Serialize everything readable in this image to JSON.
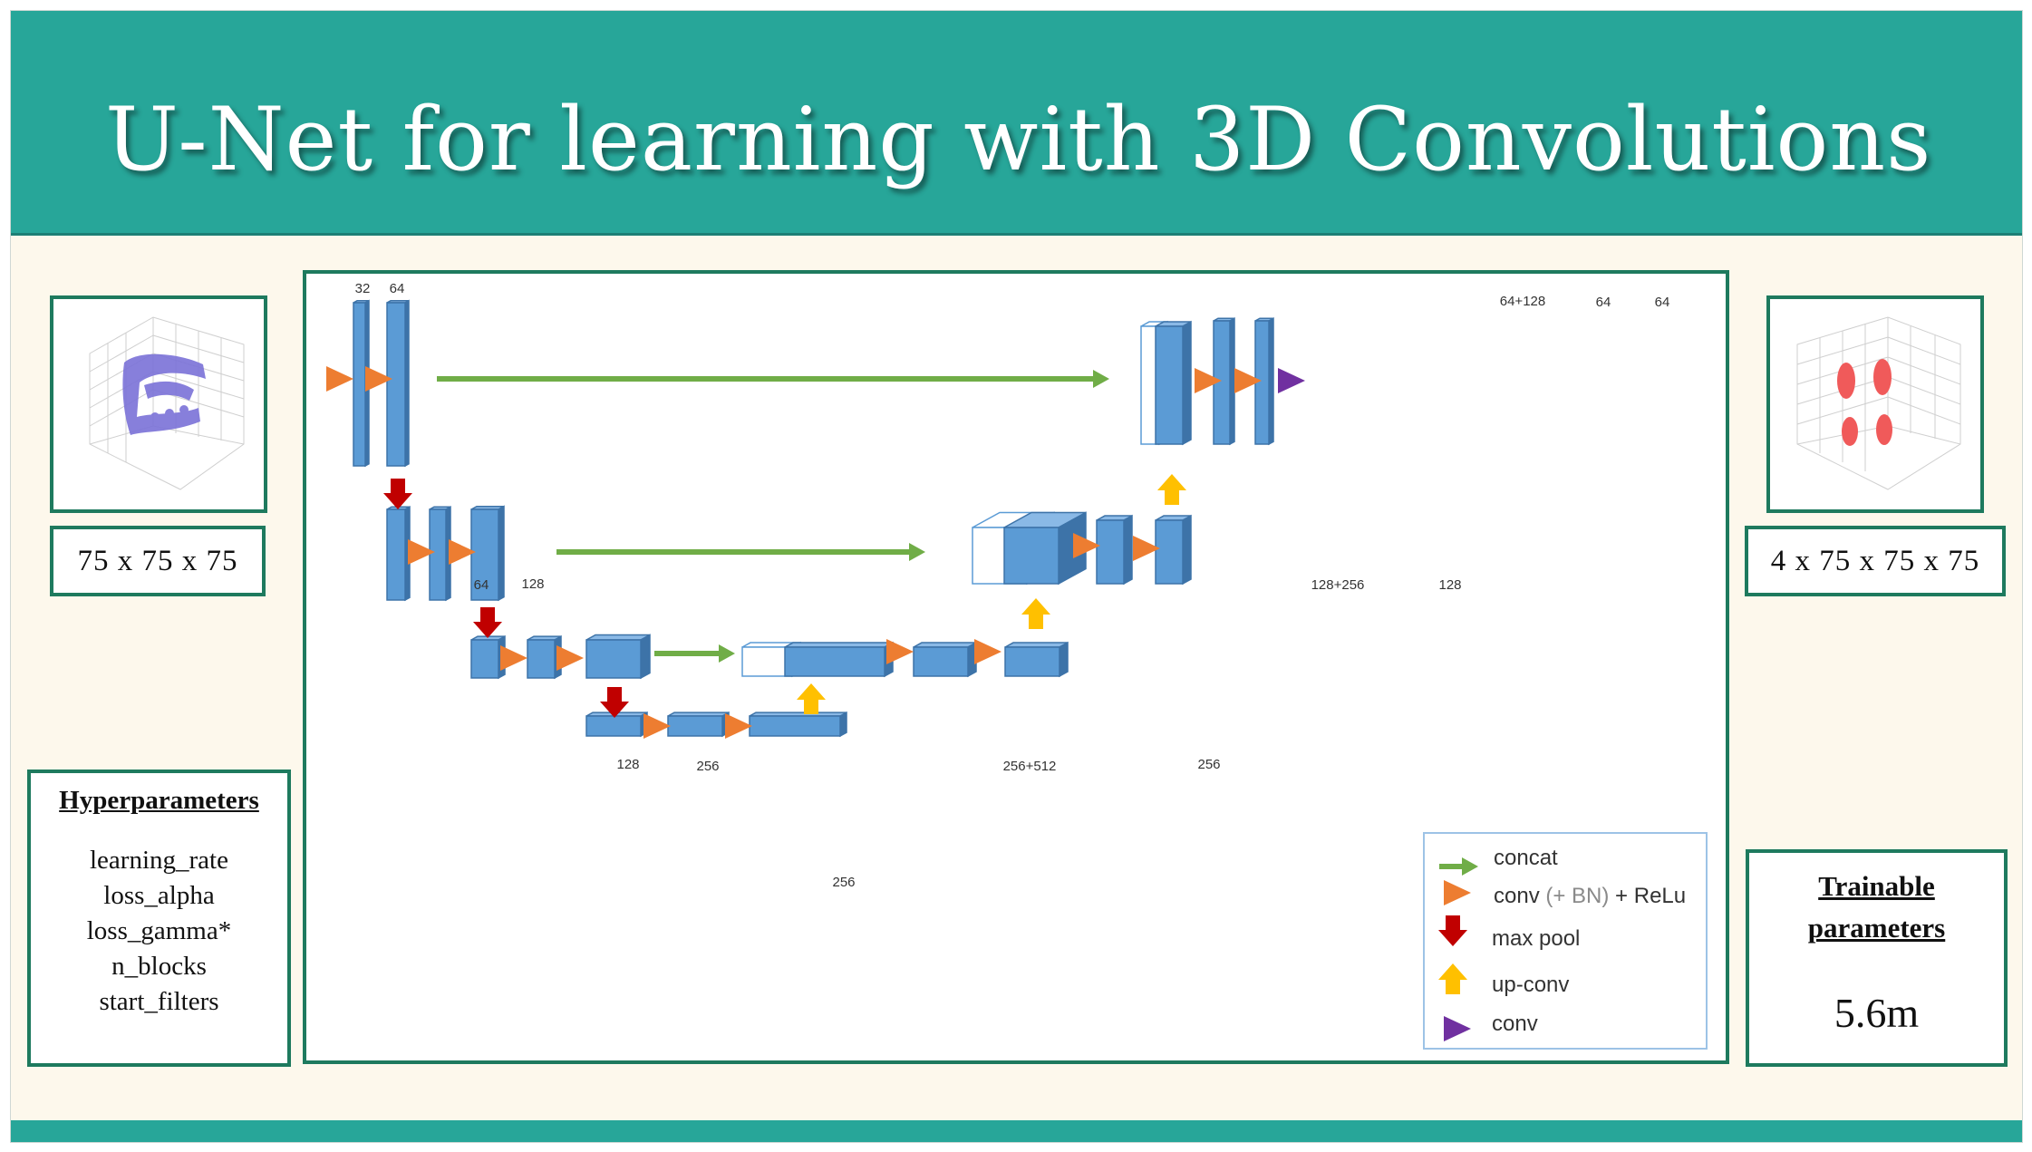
{
  "title": "U-Net for learning with 3D Convolutions",
  "input": {
    "dims": "75 x 75 x 75"
  },
  "output": {
    "dims": "4 x 75 x 75 x 75"
  },
  "hyperparameters": {
    "heading": "Hyperparameters",
    "items": [
      "learning_rate",
      "loss_alpha",
      "loss_gamma*",
      "n_blocks",
      "start_filters"
    ]
  },
  "trainable": {
    "heading_line1": "Trainable",
    "heading_line2": "parameters",
    "value": "5.6m"
  },
  "diagram": {
    "labels": {
      "l1a": "32",
      "l1b": "64",
      "l2a": "64",
      "l2b": "128",
      "l3a": "128",
      "l3b": "256",
      "l4a": "256",
      "u3a": "256+512",
      "u3b": "256",
      "u2a": "128+256",
      "u2b": "128",
      "u1a": "64+128",
      "u1b": "64",
      "u1c": "64"
    },
    "legend": {
      "concat": "concat",
      "conv_a": "conv ",
      "conv_b": "(+ BN)",
      "conv_c": " + ReLu",
      "maxpool": "max pool",
      "upconv": "up-conv",
      "conv": "conv"
    },
    "colors": {
      "block": "#5b9bd5",
      "block_dark": "#3d73a8",
      "block_top": "#8ab9e6",
      "conv_arrow": "#ed7d31",
      "concat_arrow": "#70ad47",
      "maxpool_arrow": "#c00000",
      "upconv_arrow": "#ffc000",
      "final_conv": "#7030a0"
    }
  }
}
